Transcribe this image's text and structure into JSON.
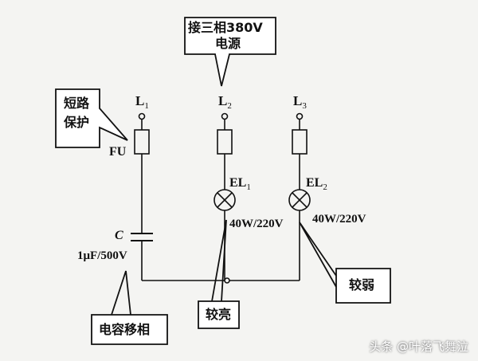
{
  "callouts": {
    "source": {
      "line1": "接三相380V",
      "line2": "电源"
    },
    "protection": {
      "line1": "短路",
      "line2": "保护"
    },
    "capacitor_phase": "电容移相",
    "brighter": "较亮",
    "dimmer": "较弱"
  },
  "phases": [
    {
      "letter": "L",
      "index": "1"
    },
    {
      "letter": "L",
      "index": "2"
    },
    {
      "letter": "L",
      "index": "3"
    }
  ],
  "fuse_label": "FU",
  "lamps": [
    {
      "letter": "EL",
      "index": "1",
      "rating": "40W/220V"
    },
    {
      "letter": "EL",
      "index": "2",
      "rating": "40W/220V"
    }
  ],
  "capacitor": {
    "symbol": "C",
    "rating": "1μF/500V"
  },
  "watermark": "头条 @叶落飞舞泣",
  "colors": {
    "line": "#111111",
    "background": "#f4f4f2"
  }
}
